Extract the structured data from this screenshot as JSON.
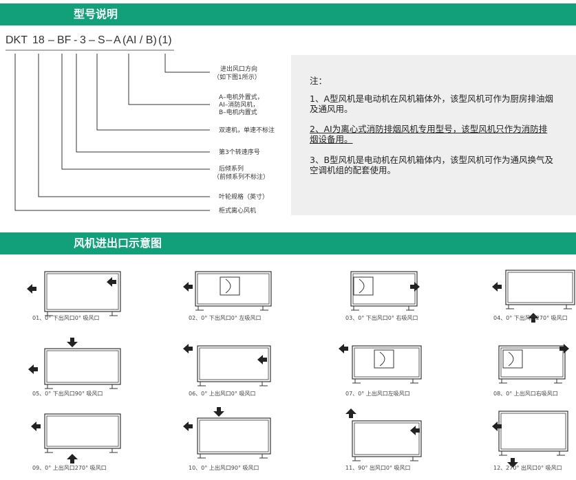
{
  "section1": {
    "title": "型号说明"
  },
  "section2": {
    "title": "风机进出口示意图"
  },
  "model_code": {
    "segments": [
      "DKT",
      "18",
      "–",
      "BF",
      "-",
      "3",
      "–",
      "S",
      "–",
      "A",
      "(AI / B)",
      "(1)"
    ]
  },
  "labels": {
    "outlet_direction": "进出风口方向",
    "outlet_direction_note": "（如下图1所示）",
    "motor_a": "A–电机外置式，",
    "motor_ai": "AI–消防风机，",
    "motor_b": "B–电机内置式",
    "dual_speed": "双速机，单速不标注",
    "third_speed": "第3个转速序号",
    "backward": "后倾系列",
    "backward_note": "（前倾系列不标注）",
    "impeller": "叶轮规格（英寸）",
    "cabinet": "柜式离心风机"
  },
  "notes": {
    "heading": "注：",
    "note1": "1、A型风机是电动机在风机箱体外，该型风机可作为厨房排油烟及通风用。",
    "note2": "2、AI为离心式消防排烟风机专用型号，该型风机只作为消防排烟设备用。",
    "note3": "3、B型风机是电动机在风机箱体内，该型风机可作为通风换气及空调机组的配套使用。"
  },
  "colors": {
    "accent": "#11a07a",
    "panel": "#efefef"
  },
  "diagrams": [
    {
      "caption": "01、0° 下出风口0° 吸风口"
    },
    {
      "caption": "02、0° 下出风口0° 左吸风口"
    },
    {
      "caption": "03、0° 下出风口0° 右吸风口"
    },
    {
      "caption": "04、0° 下出风口270° 吸风口"
    },
    {
      "caption": "05、0° 下出风口90° 吸风口"
    },
    {
      "caption": "06、0° 上出风口0° 吸风口"
    },
    {
      "caption": "07、0° 上出风口左吸风口"
    },
    {
      "caption": "08、0° 上出风口右吸风口"
    },
    {
      "caption": "09、0° 上出风口270° 吸风口"
    },
    {
      "caption": "10、0° 上出风口90° 吸风口"
    },
    {
      "caption": "11、90° 出风口0° 吸风口"
    },
    {
      "caption": "12、270° 出风口0° 吸风口"
    }
  ]
}
